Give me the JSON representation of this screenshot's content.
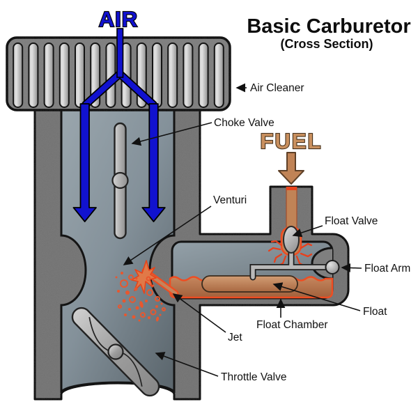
{
  "title": {
    "main": "Basic Carburetor",
    "subtitle": "(Cross Section)"
  },
  "flow_labels": {
    "air": "AIR",
    "fuel": "FUEL"
  },
  "labels": {
    "air_cleaner": "Air Cleaner",
    "choke_valve": "Choke Valve",
    "venturi": "Venturi",
    "float_valve": "Float Valve",
    "float_arm": "Float Arm",
    "float_label": "Float",
    "float_chamber": "Float Chamber",
    "jet": "Jet",
    "throttle_valve": "Throttle Valve"
  },
  "colors": {
    "body_gray": "#7f7f7f",
    "cleaner_gray": "#8a8a8a",
    "outline_black": "#141414",
    "interior_light": "#98a4ab",
    "interior_dark": "#5f6a71",
    "air_blue": "#1112cf",
    "fuel_tan": "#c08356",
    "fuel_pool": "#b5754d",
    "fuel_red": "#ee4d22",
    "fuel_text": "#c9905f",
    "metal_light": "#d6d6d6",
    "metal_dark": "#8c8c8c"
  }
}
